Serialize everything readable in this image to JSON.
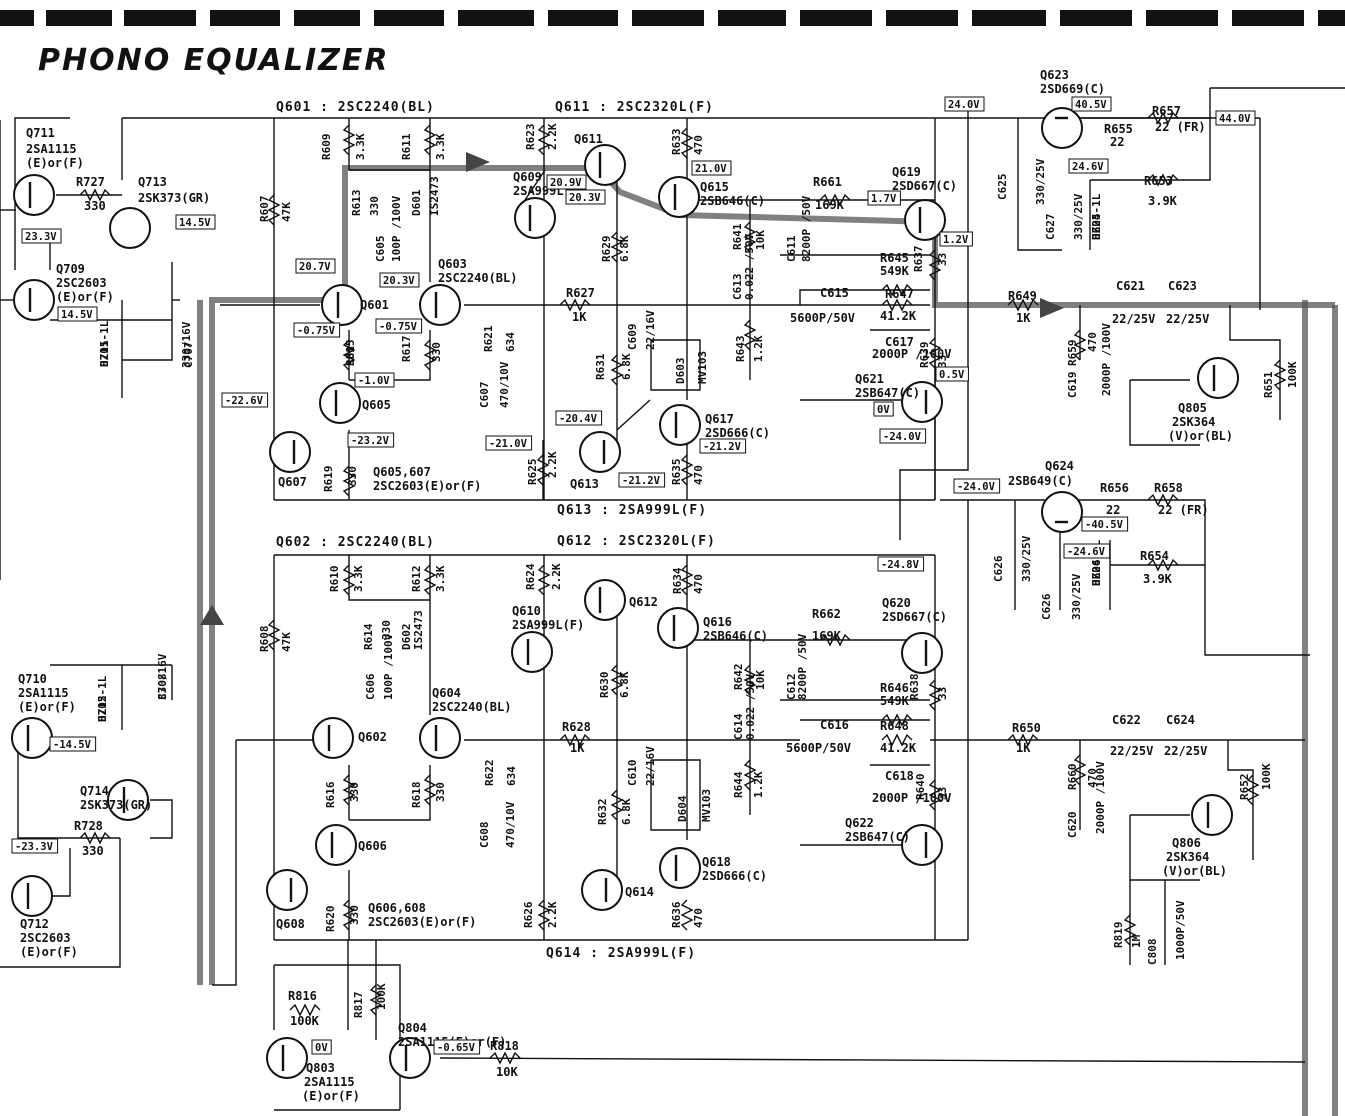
{
  "title": "PHONO EQUALIZER",
  "headers": [
    {
      "id": "h1",
      "text": "Q601 : 2SC2240(BL)"
    },
    {
      "id": "h2",
      "text": "Q611 : 2SC2320L(F)"
    },
    {
      "id": "h3",
      "text": "Q613 : 2SA999L(F)"
    },
    {
      "id": "h4",
      "text": "Q602 : 2SC2240(BL)"
    },
    {
      "id": "h5",
      "text": "Q612 : 2SC2320L(F)"
    },
    {
      "id": "h6",
      "text": "Q614 : 2SA999L(F)"
    }
  ],
  "transistors": [
    {
      "id": "Q711",
      "label": "Q711",
      "part": "2SA1115",
      "grade": "(E)or(F)"
    },
    {
      "id": "Q713",
      "label": "Q713",
      "part": "2SK373(GR)"
    },
    {
      "id": "Q709",
      "label": "Q709",
      "part": "2SC2603",
      "grade": "(E)or(F)"
    },
    {
      "id": "Q601",
      "label": "Q601"
    },
    {
      "id": "Q603",
      "label": "Q603",
      "part": "2SC2240(BL)"
    },
    {
      "id": "Q605",
      "label": "Q605"
    },
    {
      "id": "Q607",
      "label": "Q607"
    },
    {
      "id": "Q609",
      "label": "Q609",
      "part": "2SA999L(F)"
    },
    {
      "id": "Q611",
      "label": "Q611"
    },
    {
      "id": "Q613",
      "label": "Q613"
    },
    {
      "id": "Q615",
      "label": "Q615",
      "part": "2SB646(C)"
    },
    {
      "id": "Q617",
      "label": "Q617",
      "part": "2SD666(C)"
    },
    {
      "id": "Q619",
      "label": "Q619",
      "part": "2SD667(C)"
    },
    {
      "id": "Q621",
      "label": "Q621",
      "part": "2SB647(C)"
    },
    {
      "id": "Q623",
      "label": "Q623",
      "part": "2SD669(C)"
    },
    {
      "id": "Q624",
      "label": "Q624",
      "part": "2SB649(C)"
    },
    {
      "id": "Q805",
      "label": "Q805",
      "part": "2SK364",
      "grade": "(V)or(BL)"
    },
    {
      "id": "Q710",
      "label": "Q710",
      "part": "2SA1115",
      "grade": "(E)or(F)"
    },
    {
      "id": "Q714",
      "label": "Q714",
      "part": "2SK373(GR)"
    },
    {
      "id": "Q712",
      "label": "Q712",
      "part": "2SC2603",
      "grade": "(E)or(F)"
    },
    {
      "id": "Q602",
      "label": "Q602"
    },
    {
      "id": "Q604",
      "label": "Q604",
      "part": "2SC2240(BL)"
    },
    {
      "id": "Q606",
      "label": "Q606"
    },
    {
      "id": "Q608",
      "label": "Q608"
    },
    {
      "id": "Q610",
      "label": "Q610",
      "part": "2SA999L(F)"
    },
    {
      "id": "Q612",
      "label": "Q612"
    },
    {
      "id": "Q614",
      "label": "Q614"
    },
    {
      "id": "Q616",
      "label": "Q616",
      "part": "2SB646(C)"
    },
    {
      "id": "Q618",
      "label": "Q618",
      "part": "2SD666(C)"
    },
    {
      "id": "Q620",
      "label": "Q620",
      "part": "2SD667(C)"
    },
    {
      "id": "Q622",
      "label": "Q622",
      "part": "2SB647(C)"
    },
    {
      "id": "Q806",
      "label": "Q806",
      "part": "2SK364",
      "grade": "(V)or(BL)"
    },
    {
      "id": "Q803",
      "label": "Q803",
      "part": "2SA1115",
      "grade": "(E)or(F)"
    },
    {
      "id": "Q804",
      "label": "Q804",
      "part": "2SA1115(E)or(F)"
    }
  ],
  "group_labels": [
    {
      "id": "g1",
      "line1": "Q605,607",
      "line2": "2SC2603(E)or(F)"
    },
    {
      "id": "g2",
      "line1": "Q606,608",
      "line2": "2SC2603(E)or(F)"
    }
  ],
  "components": [
    {
      "id": "R727",
      "ref": "R727",
      "value": "330"
    },
    {
      "id": "R609",
      "ref": "R609",
      "value": "3.3K"
    },
    {
      "id": "R611",
      "ref": "R611",
      "value": "3.3K"
    },
    {
      "id": "R623",
      "ref": "R623",
      "value": "2.2K"
    },
    {
      "id": "R633",
      "ref": "R633",
      "value": "470"
    },
    {
      "id": "R607",
      "ref": "R607",
      "value": "47K"
    },
    {
      "id": "R613",
      "ref": "R613",
      "value": "330"
    },
    {
      "id": "D601",
      "ref": "D601",
      "value": "IS2473"
    },
    {
      "id": "C605",
      "ref": "C605",
      "value": "100P /100V"
    },
    {
      "id": "R661",
      "ref": "R661",
      "value": "169K"
    },
    {
      "id": "R641",
      "ref": "R641",
      "value": "10K"
    },
    {
      "id": "C611",
      "ref": "C611",
      "value": "8200P /50V"
    },
    {
      "id": "R637",
      "ref": "R637",
      "value": "33"
    },
    {
      "id": "R629",
      "ref": "R629",
      "value": "6.8K"
    },
    {
      "id": "R645",
      "ref": "R645",
      "value": "549K"
    },
    {
      "id": "C613",
      "ref": "C613",
      "value": "0.022 /50V"
    },
    {
      "id": "R627",
      "ref": "R627",
      "value": "1K"
    },
    {
      "id": "C615",
      "ref": "C615",
      "value": "5600P/50V"
    },
    {
      "id": "R647",
      "ref": "R647",
      "value": "41.2K"
    },
    {
      "id": "R621",
      "ref": "R621",
      "value": "634"
    },
    {
      "id": "C609",
      "ref": "C609",
      "value": "22/16V"
    },
    {
      "id": "D603",
      "ref": "D603",
      "value": "MV103"
    },
    {
      "id": "R643",
      "ref": "R643",
      "value": "1.2K"
    },
    {
      "id": "C617",
      "ref": "C617",
      "value": "2000P /100V"
    },
    {
      "id": "R639",
      "ref": "R639",
      "value": "33"
    },
    {
      "id": "R615",
      "ref": "R615",
      "value": "330"
    },
    {
      "id": "R617",
      "ref": "R617",
      "value": "330"
    },
    {
      "id": "C607",
      "ref": "C607",
      "value": "470/10V"
    },
    {
      "id": "R631",
      "ref": "R631",
      "value": "6.8K"
    },
    {
      "id": "R625",
      "ref": "R625",
      "value": "2.2K"
    },
    {
      "id": "R619",
      "ref": "R619",
      "value": "330"
    },
    {
      "id": "R635",
      "ref": "R635",
      "value": "470"
    },
    {
      "id": "D701",
      "ref": "D701",
      "value": "HZ15-1L"
    },
    {
      "id": "C707",
      "ref": "C707",
      "value": "330/16V"
    },
    {
      "id": "R657",
      "ref": "R657",
      "value": "22 (FR)"
    },
    {
      "id": "R655",
      "ref": "R655",
      "value": "22"
    },
    {
      "id": "R653",
      "ref": "R653",
      "value": "3.9K"
    },
    {
      "id": "C625",
      "ref": "C625",
      "value": "330/25V"
    },
    {
      "id": "C627",
      "ref": "C627",
      "value": "330/25V"
    },
    {
      "id": "D605",
      "ref": "D605",
      "value": "HZ24-1L"
    },
    {
      "id": "R649",
      "ref": "R649",
      "value": "1K"
    },
    {
      "id": "C621",
      "ref": "C621",
      "value": "22/25V"
    },
    {
      "id": "C623",
      "ref": "C623",
      "value": "22/25V"
    },
    {
      "id": "R659",
      "ref": "R659",
      "value": "470"
    },
    {
      "id": "C619",
      "ref": "C619",
      "value": "2000P /100V"
    },
    {
      "id": "R651",
      "ref": "R651",
      "value": "100K"
    },
    {
      "id": "R656",
      "ref": "R656",
      "value": "22"
    },
    {
      "id": "R658",
      "ref": "R658",
      "value": "22 (FR)"
    },
    {
      "id": "R654",
      "ref": "R654",
      "value": "3.9K"
    },
    {
      "id": "C626a",
      "ref": "C626",
      "value": "330/25V"
    },
    {
      "id": "C626b",
      "ref": "C626",
      "value": "330/25V"
    },
    {
      "id": "D606",
      "ref": "D606",
      "value": "HZ24-1L"
    },
    {
      "id": "R610",
      "ref": "R610",
      "value": "3.3K"
    },
    {
      "id": "R612",
      "ref": "R612",
      "value": "3.3K"
    },
    {
      "id": "R624",
      "ref": "R624",
      "value": "2.2K"
    },
    {
      "id": "R634",
      "ref": "R634",
      "value": "470"
    },
    {
      "id": "R608",
      "ref": "R608",
      "value": "47K"
    },
    {
      "id": "R614",
      "ref": "R614",
      "value": "330"
    },
    {
      "id": "D602",
      "ref": "D602",
      "value": "IS2473"
    },
    {
      "id": "C606",
      "ref": "C606",
      "value": "100P /100V"
    },
    {
      "id": "R662",
      "ref": "R662",
      "value": "169K"
    },
    {
      "id": "R642",
      "ref": "R642",
      "value": "10K"
    },
    {
      "id": "C612",
      "ref": "C612",
      "value": "8200P /50V"
    },
    {
      "id": "R646",
      "ref": "R646",
      "value": "549K"
    },
    {
      "id": "R638",
      "ref": "R638",
      "value": "33"
    },
    {
      "id": "R630",
      "ref": "R630",
      "value": "6.8K"
    },
    {
      "id": "C614",
      "ref": "C614",
      "value": "0.022 /50V"
    },
    {
      "id": "R628",
      "ref": "R628",
      "value": "1K"
    },
    {
      "id": "C616",
      "ref": "C616",
      "value": "5600P/50V"
    },
    {
      "id": "R648",
      "ref": "R648",
      "value": "41.2K"
    },
    {
      "id": "R622",
      "ref": "R622",
      "value": "634"
    },
    {
      "id": "C610",
      "ref": "C610",
      "value": "22/16V"
    },
    {
      "id": "D604",
      "ref": "D604",
      "value": "MV103"
    },
    {
      "id": "R644",
      "ref": "R644",
      "value": "1.2K"
    },
    {
      "id": "C618",
      "ref": "C618",
      "value": "2000P /100V"
    },
    {
      "id": "R640",
      "ref": "R640",
      "value": "33"
    },
    {
      "id": "R616",
      "ref": "R616",
      "value": "330"
    },
    {
      "id": "R618",
      "ref": "R618",
      "value": "330"
    },
    {
      "id": "C608",
      "ref": "C608",
      "value": "470/10V"
    },
    {
      "id": "R632",
      "ref": "R632",
      "value": "6.8K"
    },
    {
      "id": "R626",
      "ref": "R626",
      "value": "2.2K"
    },
    {
      "id": "R620",
      "ref": "R620",
      "value": "330"
    },
    {
      "id": "R636",
      "ref": "R636",
      "value": "470"
    },
    {
      "id": "D702",
      "ref": "D702",
      "value": "HZ15-1L"
    },
    {
      "id": "C708",
      "ref": "C708",
      "value": "330/16V"
    },
    {
      "id": "R728",
      "ref": "R728",
      "value": "330"
    },
    {
      "id": "R650",
      "ref": "R650",
      "value": "1K"
    },
    {
      "id": "C622",
      "ref": "C622",
      "value": "22/25V"
    },
    {
      "id": "C624",
      "ref": "C624",
      "value": "22/25V"
    },
    {
      "id": "R660",
      "ref": "R660",
      "value": "470"
    },
    {
      "id": "C620",
      "ref": "C620",
      "value": "2000P /100V"
    },
    {
      "id": "R652",
      "ref": "R652",
      "value": "100K"
    },
    {
      "id": "R819",
      "ref": "R819",
      "value": "1M"
    },
    {
      "id": "C808",
      "ref": "C808",
      "value": "1000P/50V"
    },
    {
      "id": "R816",
      "ref": "R816",
      "value": "100K"
    },
    {
      "id": "R817",
      "ref": "R817",
      "value": "100K"
    },
    {
      "id": "R818",
      "ref": "R818",
      "value": "10K"
    }
  ],
  "voltages": [
    {
      "id": "v1",
      "text": "23.3V"
    },
    {
      "id": "v2",
      "text": "14.5V"
    },
    {
      "id": "v3",
      "text": "14.5V"
    },
    {
      "id": "v4",
      "text": "20.7V"
    },
    {
      "id": "v5",
      "text": "20.3V"
    },
    {
      "id": "v6",
      "text": "20.9V"
    },
    {
      "id": "v7",
      "text": "20.3V"
    },
    {
      "id": "v8",
      "text": "21.0V"
    },
    {
      "id": "v9",
      "text": "1.7V"
    },
    {
      "id": "v10",
      "text": "1.2V"
    },
    {
      "id": "v11",
      "text": "24.0V"
    },
    {
      "id": "v12",
      "text": "40.5V"
    },
    {
      "id": "v13",
      "text": "24.6V"
    },
    {
      "id": "v14",
      "text": "44.0V"
    },
    {
      "id": "v15",
      "text": "-0.75V"
    },
    {
      "id": "v16",
      "text": "-0.75V"
    },
    {
      "id": "v17",
      "text": "-1.0V"
    },
    {
      "id": "v18",
      "text": "-22.6V"
    },
    {
      "id": "v19",
      "text": "-23.2V"
    },
    {
      "id": "v20",
      "text": "-20.4V"
    },
    {
      "id": "v21",
      "text": "-21.0V"
    },
    {
      "id": "v22",
      "text": "-21.2V"
    },
    {
      "id": "v23",
      "text": "-21.2V"
    },
    {
      "id": "v24",
      "text": "0.5V"
    },
    {
      "id": "v25",
      "text": "0V"
    },
    {
      "id": "v26",
      "text": "-24.0V"
    },
    {
      "id": "v27",
      "text": "-24.0V"
    },
    {
      "id": "v28",
      "text": "-40.5V"
    },
    {
      "id": "v29",
      "text": "-24.6V"
    },
    {
      "id": "v30",
      "text": "-24.8V"
    },
    {
      "id": "v31",
      "text": "-14.5V"
    },
    {
      "id": "v32",
      "text": "-23.3V"
    },
    {
      "id": "v33",
      "text": "0V"
    },
    {
      "id": "v34",
      "text": "-0.65V"
    }
  ]
}
